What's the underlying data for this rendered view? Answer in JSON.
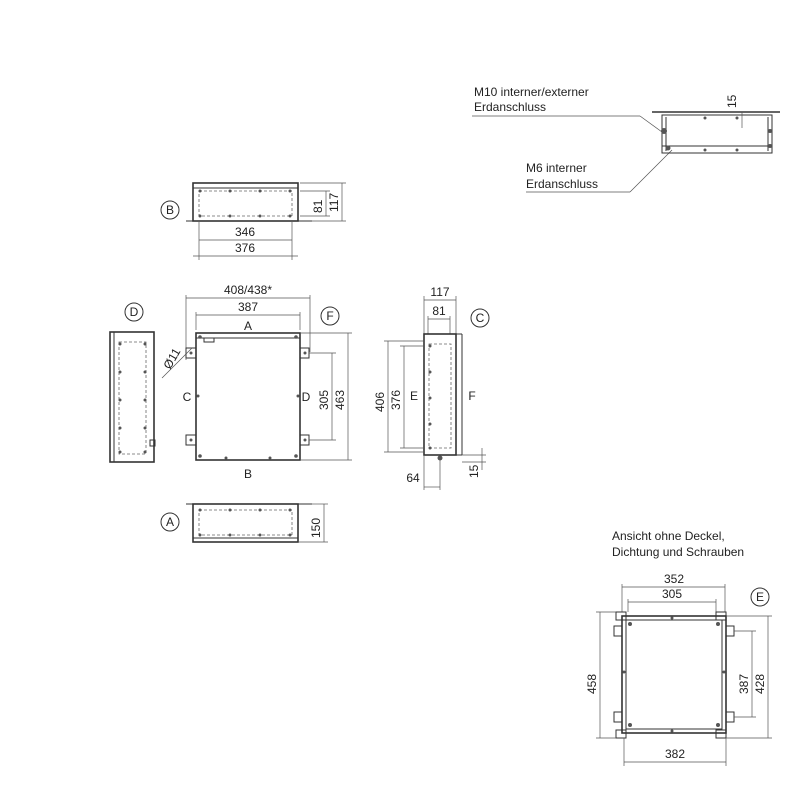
{
  "notes": {
    "m10_line1": "M10 interner/externer",
    "m10_line2": "Erdanschluss",
    "m6_line1": "M6 interner",
    "m6_line2": "Erdanschluss",
    "ansicht_line1": "Ansicht ohne Deckel,",
    "ansicht_line2": "Dichtung und Schrauben"
  },
  "view_labels": {
    "A": "A",
    "B": "B",
    "C": "C",
    "D": "D",
    "E": "E",
    "F": "F"
  },
  "dimensions": {
    "detail_15": "15",
    "view_b": {
      "inner_height": "81",
      "outer_height": "117",
      "inner_width": "346",
      "outer_width": "376"
    },
    "front": {
      "overall_width": "408/438*",
      "width": "387",
      "hole_dia": "Ø11",
      "hole_spacing": "305",
      "height": "463"
    },
    "view_c": {
      "depth": "117",
      "inner_depth": "81",
      "height": "406",
      "inner_height": "376",
      "offset": "64",
      "flange": "15"
    },
    "view_a": {
      "height": "150"
    },
    "view_e": {
      "outer_width": "352",
      "inner_width": "305",
      "height": "458",
      "inner_height": "387",
      "outer_height": "428",
      "base_width": "382"
    }
  }
}
